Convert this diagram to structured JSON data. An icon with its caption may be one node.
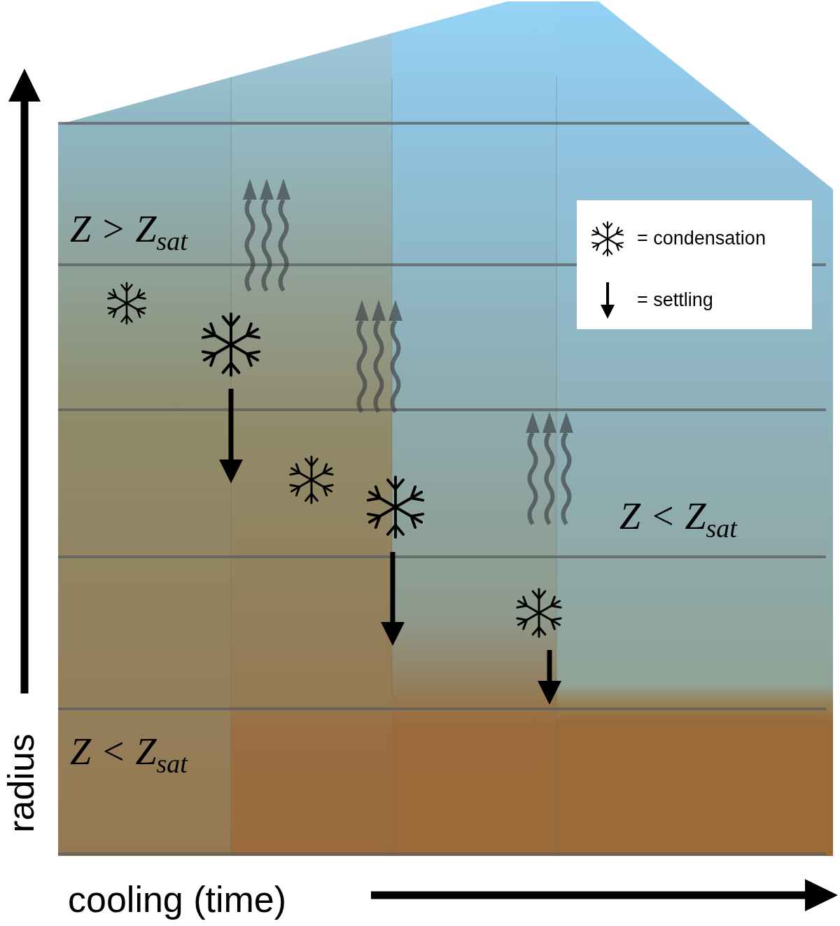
{
  "diagram": {
    "labels": [
      "Z > Z$_{sat}$",
      "Z < Z$_{sat}$",
      "Z < Z$_{sat}$",
      "radius",
      "cooling (time)"
    ],
    "legend": [
      {
        "text": "= condensation"
      },
      {
        "text": "= settling"
      }
    ]
  }
}
